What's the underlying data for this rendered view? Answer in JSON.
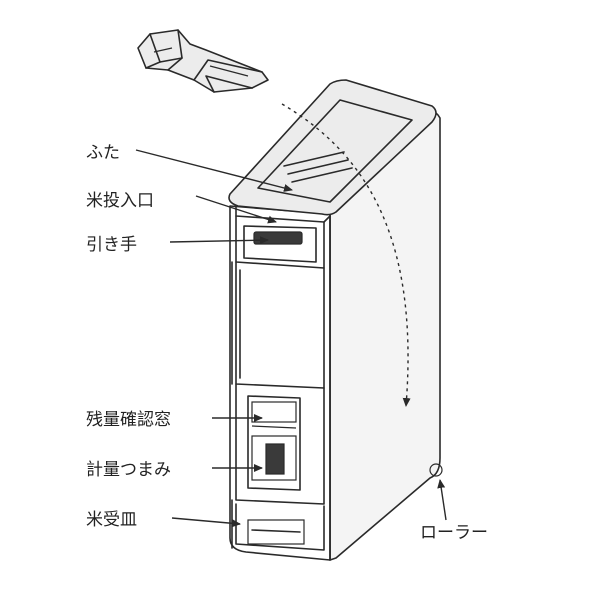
{
  "labels": {
    "lid": "ふた",
    "rice_inlet": "米投入口",
    "handle": "引き手",
    "level_window": "残量確認窓",
    "measure_knob": "計量つまみ",
    "rice_tray": "米受皿",
    "roller": "ローラー"
  }
}
